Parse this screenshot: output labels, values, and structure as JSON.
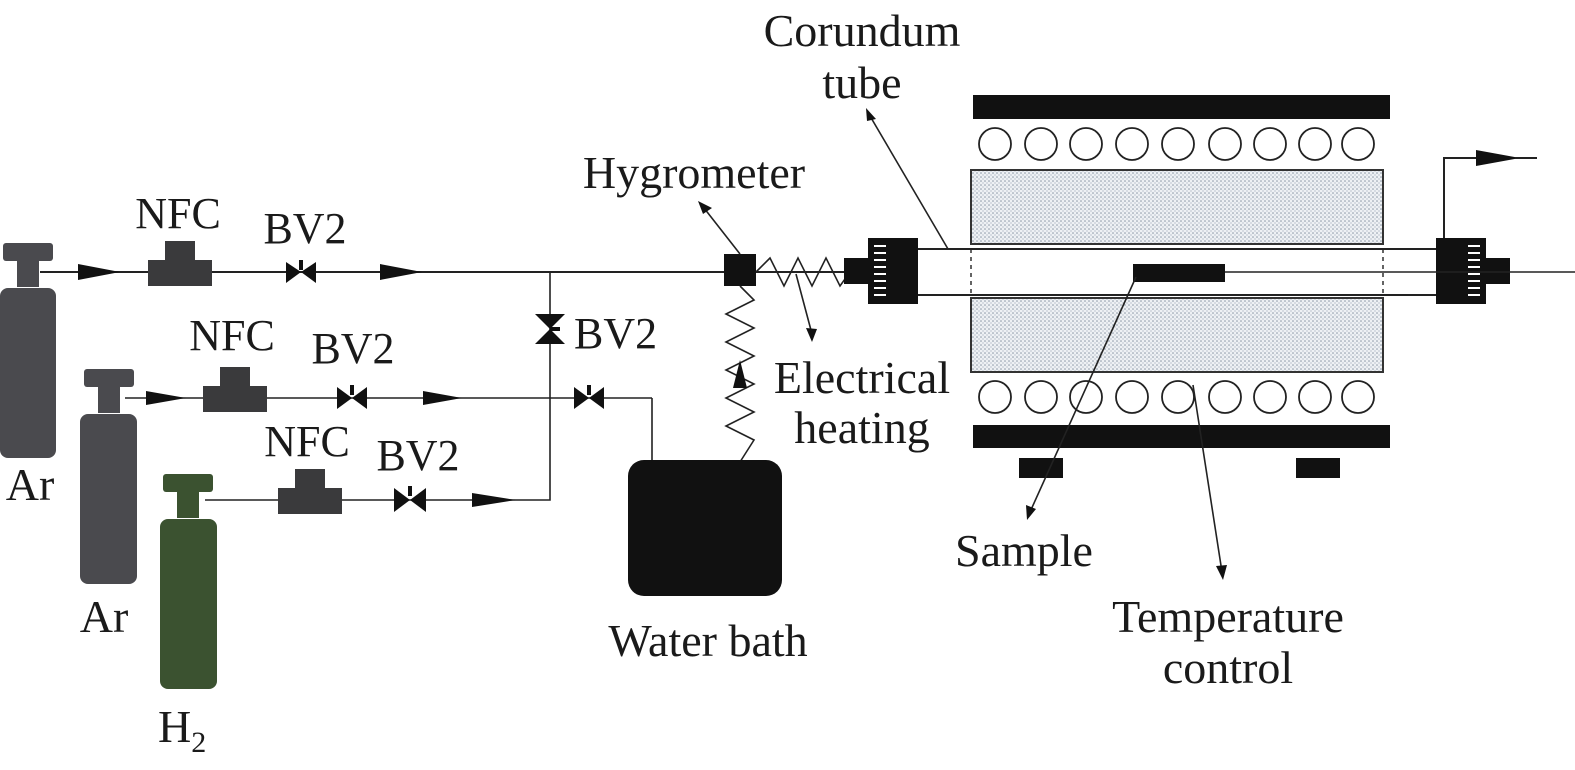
{
  "labels": {
    "corundum_line1": "Corundum",
    "corundum_line2": "tube",
    "hygrometer": "Hygrometer",
    "nfc_top": "NFC",
    "bv2_top": "BV2",
    "nfc_mid": "NFC",
    "bv2_mid": "BV2",
    "bv2_vertical": "BV2",
    "nfc_bot": "NFC",
    "bv2_bot": "BV2",
    "electrical_line1": "Electrical",
    "electrical_line2": "heating",
    "ar_1": "Ar",
    "ar_2": "Ar",
    "h2_main": "H",
    "h2_sub": "2",
    "water_bath": "Water bath",
    "sample": "Sample",
    "temp_line1": "Temperature",
    "temp_line2": "control"
  },
  "colors": {
    "ar_cylinder": "#4a4a4e",
    "h2_cylinder": "#3b5230",
    "furnace_fill": "#c9d2dc",
    "dark": "#111111"
  }
}
